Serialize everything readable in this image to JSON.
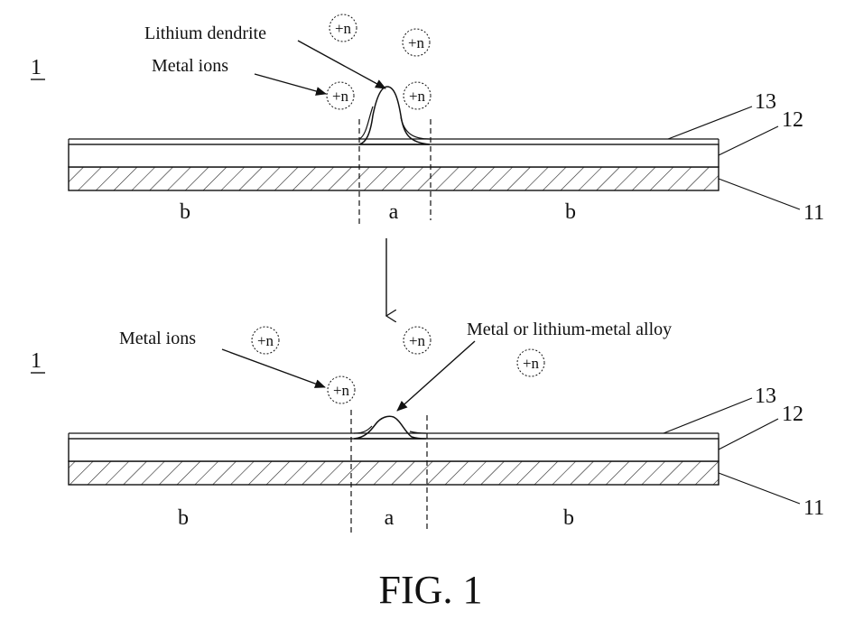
{
  "figure_number": "1",
  "caption": "FIG. 1",
  "ion_symbol": "+n",
  "top_panel": {
    "label_lithium_dendrite": "Lithium dendrite",
    "label_metal_ions": "Metal ions",
    "layer_13": "13",
    "layer_12": "12",
    "layer_11": "11",
    "region_left": "b",
    "region_center": "a",
    "region_right": "b"
  },
  "bottom_panel": {
    "label_metal_ions": "Metal ions",
    "label_alloy": "Metal or lithium-metal alloy",
    "layer_13": "13",
    "layer_12": "12",
    "layer_11": "11",
    "region_left": "b",
    "region_center": "a",
    "region_right": "b"
  }
}
